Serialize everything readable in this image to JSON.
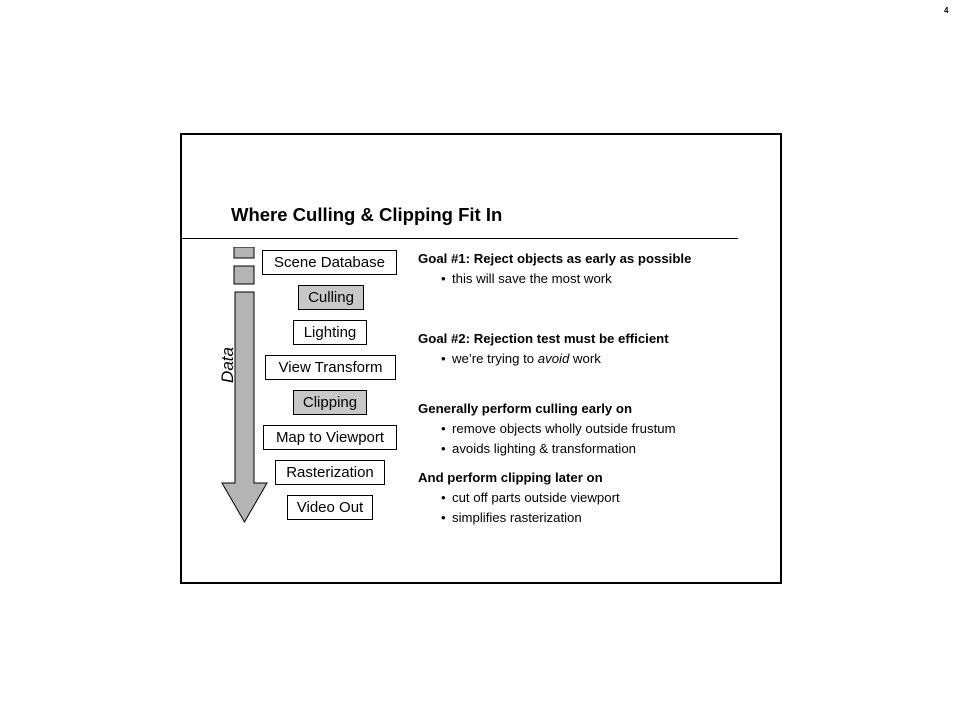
{
  "page_number": "4",
  "slide": {
    "title": "Where Culling & Clipping Fit In",
    "arrow_label": "Data",
    "stages": [
      {
        "label": "Scene Database",
        "shaded": false
      },
      {
        "label": "Culling",
        "shaded": true
      },
      {
        "label": "Lighting",
        "shaded": false
      },
      {
        "label": "View Transform",
        "shaded": false
      },
      {
        "label": "Clipping",
        "shaded": true
      },
      {
        "label": "Map to Viewport",
        "shaded": false
      },
      {
        "label": "Rasterization",
        "shaded": false
      },
      {
        "label": "Video Out",
        "shaded": false
      }
    ],
    "sections": [
      {
        "heading": "Goal #1: Reject objects as early as possible",
        "bullets": [
          "this will save the most work"
        ]
      },
      {
        "heading": "Goal #2: Rejection test must be efficient",
        "bullets": [
          {
            "before": "we’re trying to ",
            "emph": "avoid",
            "after": " work"
          }
        ]
      },
      {
        "heading": "Generally perform culling early on",
        "bullets": [
          "remove objects wholly outside frustum",
          "avoids lighting & transformation"
        ]
      },
      {
        "heading": "And perform clipping later on",
        "bullets": [
          "cut off parts outside viewport",
          "simplifies rasterization"
        ]
      }
    ]
  }
}
